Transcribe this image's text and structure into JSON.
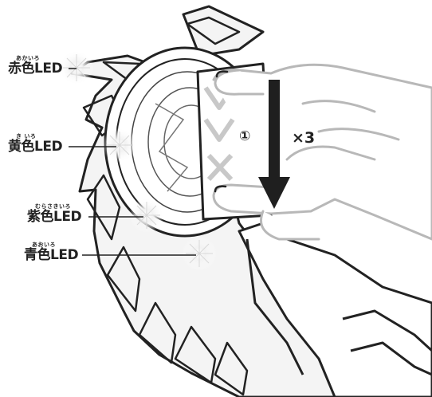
{
  "leds": [
    {
      "ruby": "あかいろ",
      "label": "赤色LED"
    },
    {
      "ruby": "き いろ",
      "label": "黄色LED"
    },
    {
      "ruby": "むらさきいろ",
      "label": "紫色LED"
    },
    {
      "ruby": "あおいろ",
      "label": "青色LED"
    }
  ],
  "instruction": {
    "step": "①",
    "repeat": "×3"
  },
  "colors": {
    "line": "#222222",
    "light_line": "#b5b5b5",
    "arrow": "#1f1f1f",
    "glow": "#e8e8e8"
  }
}
